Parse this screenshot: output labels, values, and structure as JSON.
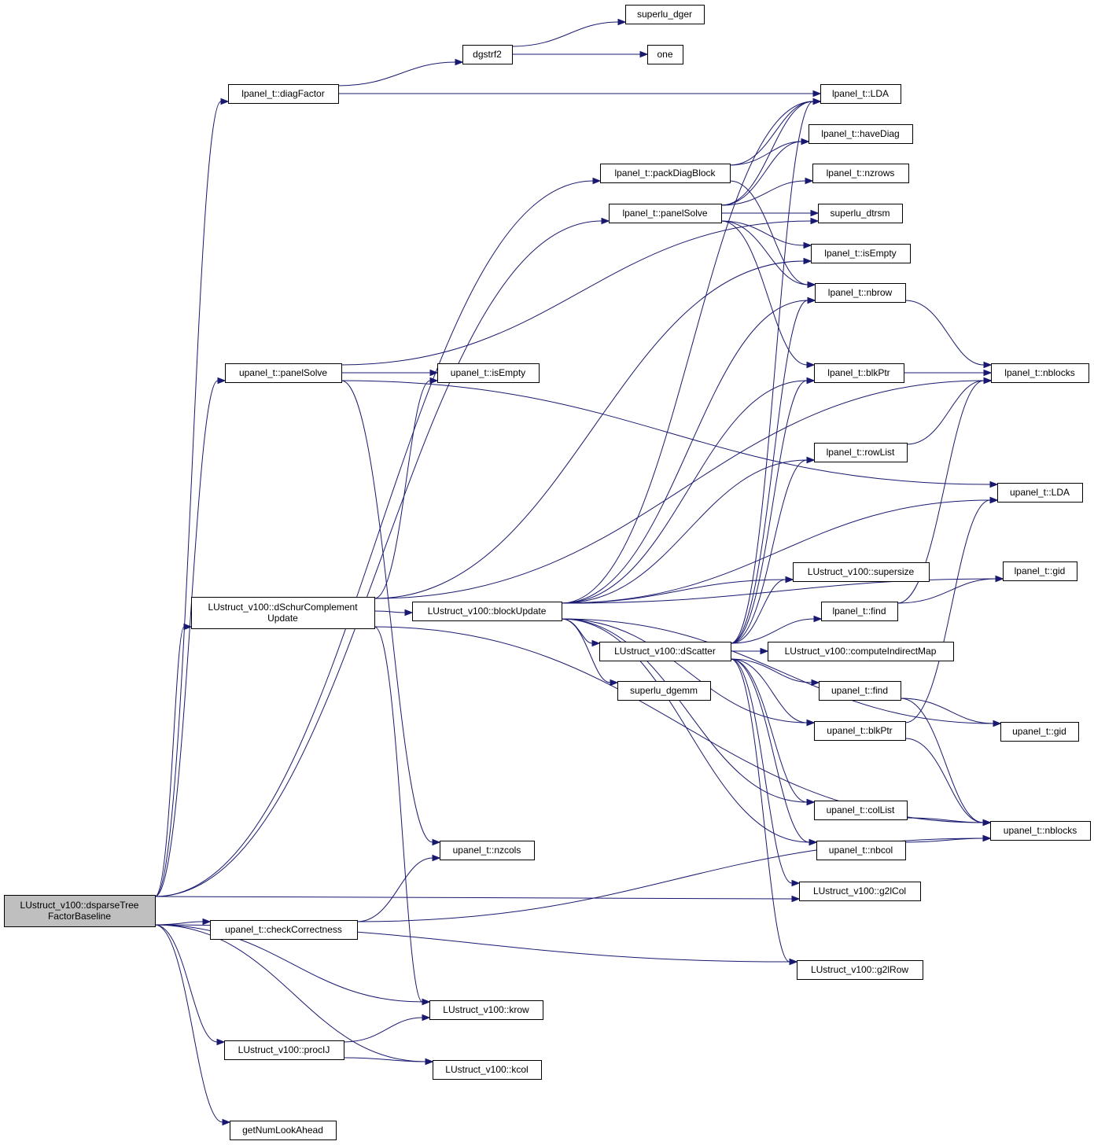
{
  "diagram": {
    "type": "call-graph",
    "colors": {
      "edge": "#191970",
      "node_border": "#000000",
      "root_fill": "#bfbfbf",
      "node_fill": "#ffffff"
    },
    "nodes": [
      {
        "id": "root",
        "lines": [
          "LUstruct_v100::dsparseTree",
          "FactorBaseline"
        ],
        "root": true
      },
      {
        "id": "lp_diagFactor",
        "lines": [
          "lpanel_t::diagFactor"
        ]
      },
      {
        "id": "dgstrf2",
        "lines": [
          "dgstrf2"
        ]
      },
      {
        "id": "superlu_dger",
        "lines": [
          "superlu_dger"
        ]
      },
      {
        "id": "one",
        "lines": [
          "one"
        ]
      },
      {
        "id": "lp_LDA",
        "lines": [
          "lpanel_t::LDA"
        ]
      },
      {
        "id": "lp_haveDiag",
        "lines": [
          "lpanel_t::haveDiag"
        ]
      },
      {
        "id": "lp_packDiagBlock",
        "lines": [
          "lpanel_t::packDiagBlock"
        ]
      },
      {
        "id": "lp_nzrows",
        "lines": [
          "lpanel_t::nzrows"
        ]
      },
      {
        "id": "lp_panelSolve",
        "lines": [
          "lpanel_t::panelSolve"
        ]
      },
      {
        "id": "superlu_dtrsm",
        "lines": [
          "superlu_dtrsm"
        ]
      },
      {
        "id": "lp_isEmpty",
        "lines": [
          "lpanel_t::isEmpty"
        ]
      },
      {
        "id": "lp_nbrow",
        "lines": [
          "lpanel_t::nbrow"
        ]
      },
      {
        "id": "up_panelSolve",
        "lines": [
          "upanel_t::panelSolve"
        ]
      },
      {
        "id": "up_isEmpty",
        "lines": [
          "upanel_t::isEmpty"
        ]
      },
      {
        "id": "lp_blkPtr",
        "lines": [
          "lpanel_t::blkPtr"
        ]
      },
      {
        "id": "lp_nblocks",
        "lines": [
          "lpanel_t::nblocks"
        ]
      },
      {
        "id": "lp_rowList",
        "lines": [
          "lpanel_t::rowList"
        ]
      },
      {
        "id": "up_LDA",
        "lines": [
          "upanel_t::LDA"
        ]
      },
      {
        "id": "lp_gid",
        "lines": [
          "lpanel_t::gid"
        ]
      },
      {
        "id": "schur",
        "lines": [
          "LUstruct_v100::dSchurComplement",
          "Update"
        ]
      },
      {
        "id": "supersize",
        "lines": [
          "LUstruct_v100::supersize"
        ]
      },
      {
        "id": "blockUpdate",
        "lines": [
          "LUstruct_v100::blockUpdate"
        ]
      },
      {
        "id": "lp_find",
        "lines": [
          "lpanel_t::find"
        ]
      },
      {
        "id": "dScatter",
        "lines": [
          "LUstruct_v100::dScatter"
        ]
      },
      {
        "id": "computeIndirectMap",
        "lines": [
          "LUstruct_v100::computeIndirectMap"
        ]
      },
      {
        "id": "superlu_dgemm",
        "lines": [
          "superlu_dgemm"
        ]
      },
      {
        "id": "up_find",
        "lines": [
          "upanel_t::find"
        ]
      },
      {
        "id": "up_blkPtr",
        "lines": [
          "upanel_t::blkPtr"
        ]
      },
      {
        "id": "up_gid",
        "lines": [
          "upanel_t::gid"
        ]
      },
      {
        "id": "up_colList",
        "lines": [
          "upanel_t::colList"
        ]
      },
      {
        "id": "up_nblocks",
        "lines": [
          "upanel_t::nblocks"
        ]
      },
      {
        "id": "up_nbcol",
        "lines": [
          "upanel_t::nbcol"
        ]
      },
      {
        "id": "up_nzcols",
        "lines": [
          "upanel_t::nzcols"
        ]
      },
      {
        "id": "g2lCol",
        "lines": [
          "LUstruct_v100::g2lCol"
        ]
      },
      {
        "id": "up_checkCorrectness",
        "lines": [
          "upanel_t::checkCorrectness"
        ]
      },
      {
        "id": "g2lRow",
        "lines": [
          "LUstruct_v100::g2lRow"
        ]
      },
      {
        "id": "krow",
        "lines": [
          "LUstruct_v100::krow"
        ]
      },
      {
        "id": "procIJ",
        "lines": [
          "LUstruct_v100::procIJ"
        ]
      },
      {
        "id": "kcol",
        "lines": [
          "LUstruct_v100::kcol"
        ]
      },
      {
        "id": "getNumLookAhead",
        "lines": [
          "getNumLookAhead"
        ]
      }
    ],
    "edges": [
      {
        "from": "root",
        "to": "lp_diagFactor"
      },
      {
        "from": "lp_diagFactor",
        "to": "dgstrf2"
      },
      {
        "from": "dgstrf2",
        "to": "superlu_dger"
      },
      {
        "from": "dgstrf2",
        "to": "one"
      },
      {
        "from": "lp_diagFactor",
        "to": "lp_LDA"
      },
      {
        "from": "root",
        "to": "lp_packDiagBlock"
      },
      {
        "from": "lp_packDiagBlock",
        "to": "lp_LDA"
      },
      {
        "from": "lp_packDiagBlock",
        "to": "lp_haveDiag"
      },
      {
        "from": "lp_packDiagBlock",
        "to": "lp_nbrow"
      },
      {
        "from": "root",
        "to": "lp_panelSolve"
      },
      {
        "from": "lp_panelSolve",
        "to": "lp_LDA"
      },
      {
        "from": "lp_panelSolve",
        "to": "lp_haveDiag"
      },
      {
        "from": "lp_panelSolve",
        "to": "lp_nzrows"
      },
      {
        "from": "lp_panelSolve",
        "to": "superlu_dtrsm"
      },
      {
        "from": "lp_panelSolve",
        "to": "lp_isEmpty"
      },
      {
        "from": "lp_panelSolve",
        "to": "lp_nbrow"
      },
      {
        "from": "lp_panelSolve",
        "to": "lp_blkPtr"
      },
      {
        "from": "lp_nbrow",
        "to": "lp_nblocks"
      },
      {
        "from": "lp_blkPtr",
        "to": "lp_nblocks"
      },
      {
        "from": "lp_rowList",
        "to": "lp_nblocks"
      },
      {
        "from": "root",
        "to": "up_panelSolve"
      },
      {
        "from": "up_panelSolve",
        "to": "superlu_dtrsm"
      },
      {
        "from": "up_panelSolve",
        "to": "up_isEmpty"
      },
      {
        "from": "up_panelSolve",
        "to": "up_LDA"
      },
      {
        "from": "up_panelSolve",
        "to": "up_nzcols"
      },
      {
        "from": "root",
        "to": "schur"
      },
      {
        "from": "schur",
        "to": "blockUpdate"
      },
      {
        "from": "schur",
        "to": "up_isEmpty"
      },
      {
        "from": "schur",
        "to": "lp_isEmpty"
      },
      {
        "from": "schur",
        "to": "lp_nblocks"
      },
      {
        "from": "schur",
        "to": "up_nblocks"
      },
      {
        "from": "schur",
        "to": "krow"
      },
      {
        "from": "blockUpdate",
        "to": "lp_LDA"
      },
      {
        "from": "blockUpdate",
        "to": "lp_nbrow"
      },
      {
        "from": "blockUpdate",
        "to": "lp_blkPtr"
      },
      {
        "from": "blockUpdate",
        "to": "lp_rowList"
      },
      {
        "from": "blockUpdate",
        "to": "up_LDA"
      },
      {
        "from": "blockUpdate",
        "to": "lp_gid"
      },
      {
        "from": "blockUpdate",
        "to": "supersize"
      },
      {
        "from": "blockUpdate",
        "to": "dScatter"
      },
      {
        "from": "blockUpdate",
        "to": "superlu_dgemm"
      },
      {
        "from": "blockUpdate",
        "to": "up_blkPtr"
      },
      {
        "from": "blockUpdate",
        "to": "up_gid"
      },
      {
        "from": "blockUpdate",
        "to": "up_colList"
      },
      {
        "from": "blockUpdate",
        "to": "up_nbcol"
      },
      {
        "from": "dScatter",
        "to": "lp_LDA"
      },
      {
        "from": "dScatter",
        "to": "lp_nbrow"
      },
      {
        "from": "dScatter",
        "to": "lp_blkPtr"
      },
      {
        "from": "dScatter",
        "to": "lp_rowList"
      },
      {
        "from": "dScatter",
        "to": "supersize"
      },
      {
        "from": "dScatter",
        "to": "lp_find"
      },
      {
        "from": "dScatter",
        "to": "computeIndirectMap"
      },
      {
        "from": "dScatter",
        "to": "up_find"
      },
      {
        "from": "dScatter",
        "to": "up_blkPtr"
      },
      {
        "from": "dScatter",
        "to": "up_colList"
      },
      {
        "from": "dScatter",
        "to": "up_nbcol"
      },
      {
        "from": "dScatter",
        "to": "g2lCol"
      },
      {
        "from": "dScatter",
        "to": "g2lRow"
      },
      {
        "from": "lp_find",
        "to": "lp_gid"
      },
      {
        "from": "lp_find",
        "to": "lp_nblocks"
      },
      {
        "from": "up_find",
        "to": "up_gid"
      },
      {
        "from": "up_find",
        "to": "up_nblocks"
      },
      {
        "from": "up_blkPtr",
        "to": "up_LDA"
      },
      {
        "from": "up_blkPtr",
        "to": "up_nblocks"
      },
      {
        "from": "up_colList",
        "to": "up_nblocks"
      },
      {
        "from": "up_nbcol",
        "to": "up_nblocks"
      },
      {
        "from": "root",
        "to": "g2lCol"
      },
      {
        "from": "root",
        "to": "up_checkCorrectness"
      },
      {
        "from": "up_checkCorrectness",
        "to": "up_nzcols"
      },
      {
        "from": "up_checkCorrectness",
        "to": "up_nblocks"
      },
      {
        "from": "root",
        "to": "g2lRow"
      },
      {
        "from": "root",
        "to": "krow"
      },
      {
        "from": "root",
        "to": "procIJ"
      },
      {
        "from": "procIJ",
        "to": "krow"
      },
      {
        "from": "procIJ",
        "to": "kcol"
      },
      {
        "from": "root",
        "to": "kcol"
      },
      {
        "from": "root",
        "to": "getNumLookAhead"
      }
    ]
  }
}
